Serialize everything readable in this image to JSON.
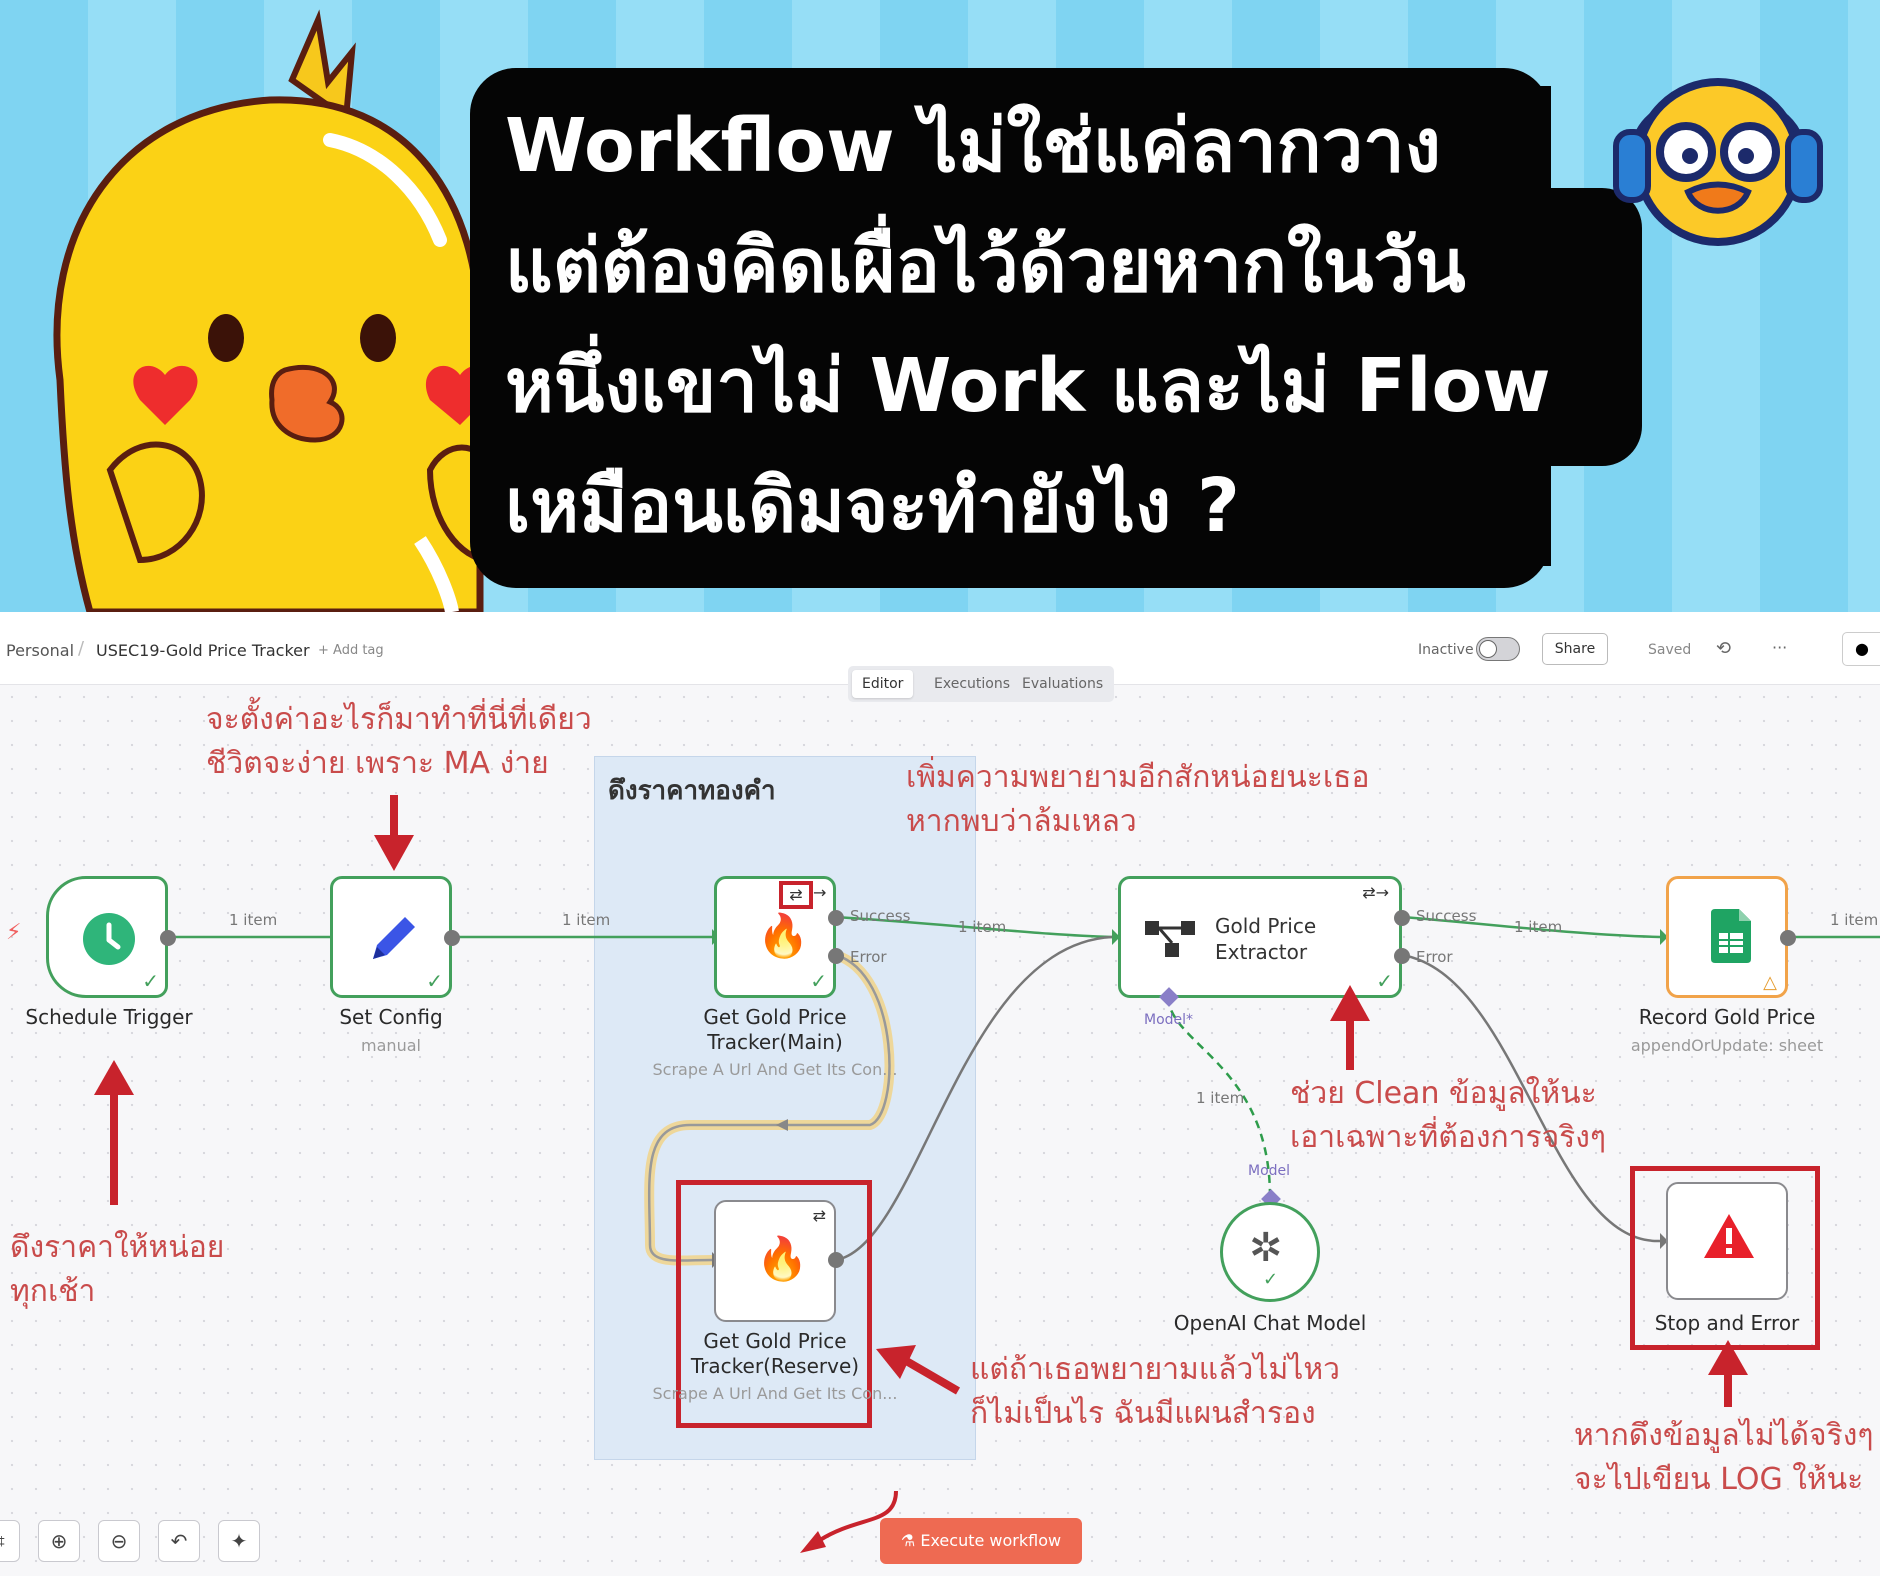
{
  "banner": {
    "lines": [
      "Workflow ไม่ใช่แค่ลากวาง",
      "แต่ต้องคิดเผื่อไว้ด้วยหากในวัน",
      "หนึ่งเขาไม่ Work และไม่ Flow",
      "เหมือนเดิมจะทำยังไง ?"
    ]
  },
  "header": {
    "breadcrumb_project": "Personal",
    "breadcrumb_separator": "/",
    "workflow_name": "USEC19-Gold Price Tracker",
    "add_tag": "+ Add tag",
    "status_label": "Inactive",
    "share": "Share",
    "saved": "Saved",
    "more": "···"
  },
  "tabs": {
    "editor": "Editor",
    "executions": "Executions",
    "evaluations": "Evaluations"
  },
  "group": {
    "title": "ดึงราคาทองคำ"
  },
  "nodes": {
    "schedule": {
      "label": "Schedule Trigger"
    },
    "set_config": {
      "label": "Set Config",
      "sub": "manual"
    },
    "main": {
      "label1": "Get Gold Price",
      "label2": "Tracker(Main)",
      "sub": "Scrape A Url And Get Its Con..."
    },
    "reserve": {
      "label1": "Get Gold Price",
      "label2": "Tracker(Reserve)",
      "sub": "Scrape A Url And Get Its Con..."
    },
    "extractor": {
      "label1": "Gold Price",
      "label2": "Extractor",
      "model_port": "Model*"
    },
    "openai": {
      "label": "OpenAI Chat Model",
      "model_port": "Model"
    },
    "record": {
      "label": "Record Gold Price",
      "sub": "appendOrUpdate: sheet"
    },
    "stop": {
      "label": "Stop and Error"
    }
  },
  "edges": {
    "item": "1 item",
    "success": "Success",
    "error": "Error"
  },
  "annotations": {
    "config_1": "จะตั้งค่าอะไรก็มาทำที่นี่ที่เดียว",
    "config_2": "ชีวิตจะง่าย เพราะ MA ง่าย",
    "retry_1": "เพิ่มความพยายามอีกสักหน่อยนะเธอ",
    "retry_2": "หากพบว่าล้มเหลว",
    "trigger_1": "ดึงราคาให้หน่อย",
    "trigger_2": "ทุกเช้า",
    "clean_1": "ช่วย Clean ข้อมูลให้นะ",
    "clean_2": "เอาเฉพาะที่ต้องการจริงๆ",
    "reserve_1": "แต่ถ้าเธอพยายามแล้วไม่ไหว",
    "reserve_2": "ก็ไม่เป็นไร ฉันมีแผนสำรอง",
    "log_1": "หากดึงข้อมูลไม่ได้จริงๆ",
    "log_2": "จะไปเขียน LOG ให้นะ"
  },
  "footer": {
    "execute": "Execute workflow"
  },
  "colors": {
    "node_border": "#43a05c",
    "connector": "#43a05c",
    "annotation": "#c94b4b",
    "execute": "#ee6a52"
  }
}
